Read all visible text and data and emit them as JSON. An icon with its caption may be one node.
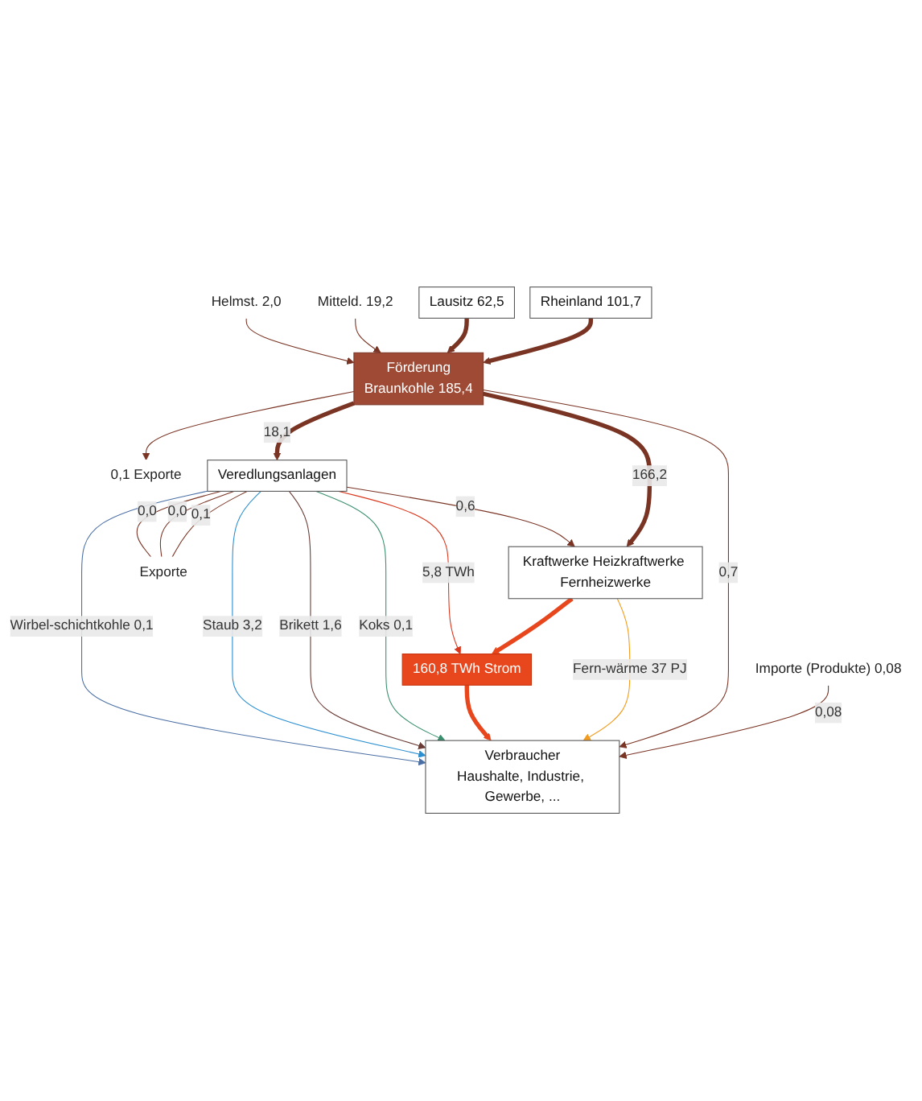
{
  "diagram": {
    "nodes": [
      {
        "text": [
          "Rheinland 101,7"
        ]
      },
      {
        "text": [
          "Lausitz 62,5"
        ]
      },
      {
        "text": [
          "Mitteld. 19,2"
        ]
      },
      {
        "text": [
          "Helmst. 2,0"
        ]
      },
      {
        "text": [
          "Importe (Produkte) 0,08"
        ]
      },
      {
        "text": [
          "Förderung",
          "Braunkohle 185,4"
        ]
      },
      {
        "text": [
          "0,1 Exporte"
        ]
      },
      {
        "text": [
          "Kraftwerke Heizkraftwerke Fernheizwerke"
        ]
      },
      {
        "text": [
          "Veredlungsanlagen"
        ]
      },
      {
        "text": [
          "160,8 TWh Strom"
        ]
      },
      {
        "text": [
          "Verbraucher",
          "Haushalte, Industrie, Gewerbe, ..."
        ]
      },
      {
        "text": [
          "Exporte"
        ]
      }
    ],
    "edges": [
      {
        "from": 0,
        "to": 5,
        "arrow": "to",
        "style": "thick"
      },
      {
        "from": 1,
        "to": 5,
        "arrow": "to",
        "style": "thick"
      },
      {
        "from": 2,
        "to": 5,
        "arrow": "to"
      },
      {
        "from": 3,
        "to": 5,
        "arrow": "to"
      },
      {
        "from": 4,
        "to": 10,
        "arrow": "to",
        "label": "0,08"
      },
      {
        "from": 5,
        "to": 6,
        "arrow": "to"
      },
      {
        "from": 5,
        "to": 7,
        "arrow": "to",
        "label": "166,2",
        "style": "thick"
      },
      {
        "from": 5,
        "to": 8,
        "arrow": "to",
        "label": "18,1",
        "style": "thick"
      },
      {
        "from": 5,
        "to": 10,
        "arrow": "to",
        "label": "0,7"
      },
      {
        "from": 8,
        "to": 7,
        "arrow": "to",
        "label": "0,6"
      },
      {
        "from": 7,
        "to": 9,
        "arrow": "to",
        "style": "thick",
        "color": "#e8461c"
      },
      {
        "from": 7,
        "to": 10,
        "arrow": "to",
        "label": "Fern-wärme 37 PJ",
        "color": "#f39c1f"
      },
      {
        "from": 8,
        "to": 9,
        "arrow": "to",
        "label": "5,8 TWh",
        "color": "#d9381e"
      },
      {
        "from": 9,
        "to": 10,
        "arrow": "to",
        "style": "thick",
        "color": "#e8461c"
      },
      {
        "from": 8,
        "to": 10,
        "arrow": "to",
        "label": "Koks 0,1",
        "color": "#3a8f6e"
      },
      {
        "from": 8,
        "to": 10,
        "arrow": "to",
        "label": "Brikett 1,6",
        "color": "#6b3b35"
      },
      {
        "from": 8,
        "to": 10,
        "arrow": "to",
        "label": "Staub 3,2",
        "color": "#2b8fd0"
      },
      {
        "from": 8,
        "to": 10,
        "arrow": "to",
        "label": "Wirbel-schichtkohle 0,1",
        "color": "#4a6fa5"
      },
      {
        "from": 8,
        "to": 11,
        "arrow": "none",
        "label": "0,1"
      },
      {
        "from": 8,
        "to": 11,
        "arrow": "none",
        "label": "0,0"
      },
      {
        "from": 8,
        "to": 11,
        "arrow": "none",
        "label": "0,0"
      }
    ]
  }
}
